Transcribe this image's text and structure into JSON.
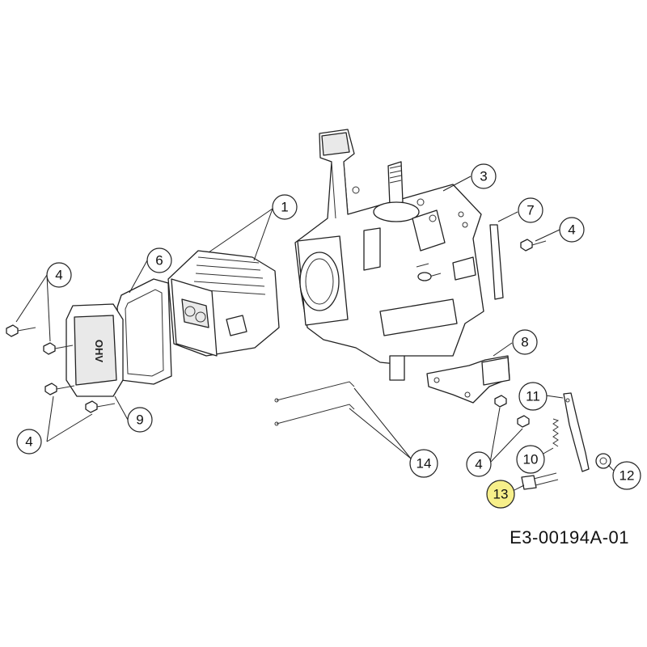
{
  "drawing_id": "E3-00194A-01",
  "callouts": [
    {
      "label": "1",
      "highlight": false
    },
    {
      "label": "3",
      "highlight": false
    },
    {
      "label": "4",
      "highlight": false
    },
    {
      "label": "4",
      "highlight": false
    },
    {
      "label": "4",
      "highlight": false
    },
    {
      "label": "4",
      "highlight": false
    },
    {
      "label": "6",
      "highlight": false
    },
    {
      "label": "7",
      "highlight": false
    },
    {
      "label": "8",
      "highlight": false
    },
    {
      "label": "9",
      "highlight": false
    },
    {
      "label": "10",
      "highlight": false
    },
    {
      "label": "11",
      "highlight": false
    },
    {
      "label": "12",
      "highlight": false
    },
    {
      "label": "13",
      "highlight": true
    },
    {
      "label": "14",
      "highlight": false
    }
  ],
  "colors": {
    "highlight": "#f7ef8a",
    "line": "#222222",
    "background": "#ffffff"
  },
  "part_markings": {
    "valve_cover": "OHV"
  }
}
